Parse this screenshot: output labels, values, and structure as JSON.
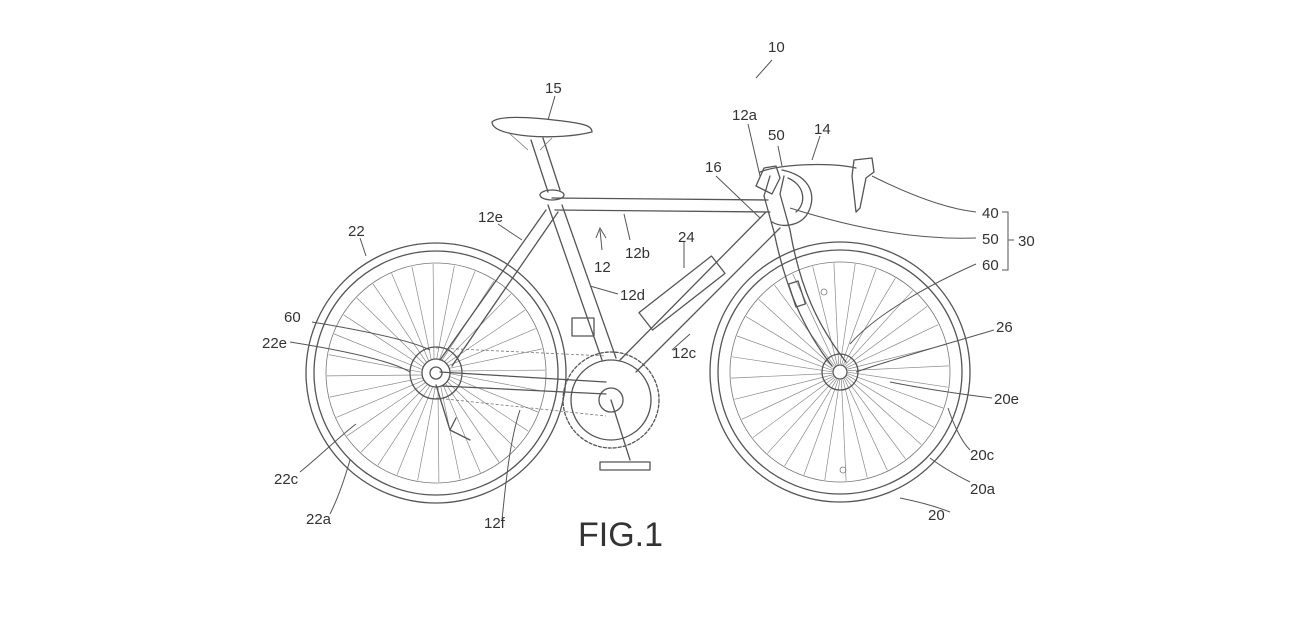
{
  "figure_caption": "FIG.1",
  "labels": {
    "l10": "10",
    "l15": "15",
    "l12a": "12a",
    "l50a": "50",
    "l14": "14",
    "l16": "16",
    "l12e": "12e",
    "l22": "22",
    "l24": "24",
    "l12": "12",
    "l12b": "12b",
    "l12d": "12d",
    "l40": "40",
    "l50b": "50",
    "l30": "30",
    "l60a": "60",
    "l60b": "60",
    "l26": "26",
    "l22e": "22e",
    "l12c": "12c",
    "l20e": "20e",
    "l20c": "20c",
    "l22c": "22c",
    "l20a": "20a",
    "l22a": "22a",
    "l12f": "12f",
    "l20": "20"
  },
  "colors": {
    "line": "#555555",
    "text": "#333333",
    "background": "#ffffff"
  }
}
